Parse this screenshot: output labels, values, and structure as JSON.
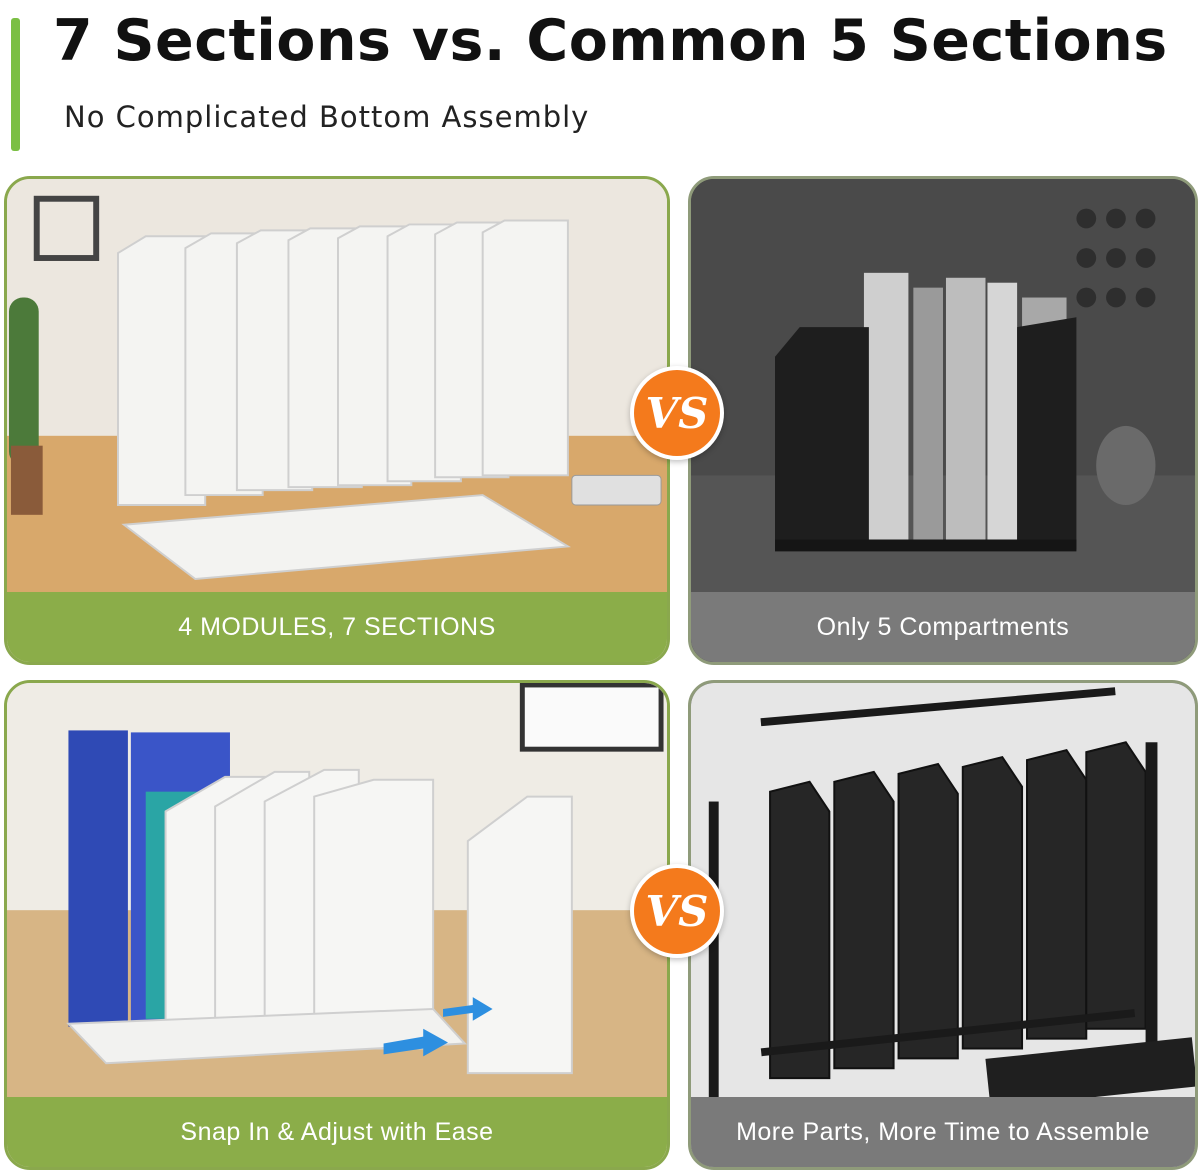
{
  "header": {
    "title": "7 Sections vs. Common 5 Sections",
    "subtitle": "No Complicated Bottom Assembly"
  },
  "panels": [
    {
      "caption": "4 MODULES, 7 SECTIONS"
    },
    {
      "caption": "Only 5 Compartments"
    },
    {
      "caption": "Snap In & Adjust with Ease"
    },
    {
      "caption": "More Parts, More Time to Assemble"
    }
  ],
  "vs_label": "VS",
  "colors": {
    "accent_green": "#8bad49",
    "vs_orange": "#f47a1c",
    "gray_caption": "#7a7a7a"
  }
}
